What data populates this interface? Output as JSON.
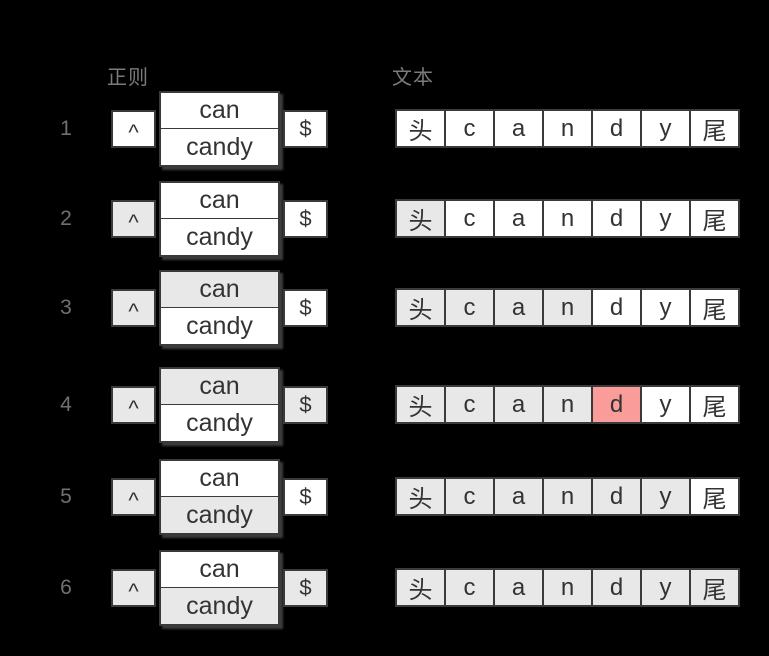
{
  "headers": {
    "regex_label": "正则",
    "text_label": "文本"
  },
  "regex": {
    "anchor_start": "^",
    "alt_top": "can",
    "alt_bottom": "candy",
    "anchor_end": "$"
  },
  "text_chars": [
    "头",
    "c",
    "a",
    "n",
    "d",
    "y",
    "尾"
  ],
  "colors": {
    "background": "#000000",
    "box_fill": "#ffffff",
    "box_border": "#3a3a3a",
    "highlight_fill": "#e8e8e8",
    "mismatch_fill": "#f99c9a",
    "label_text": "#7b7b7b",
    "box_text": "#333333"
  },
  "rows": [
    {
      "num": "1",
      "caret": "off",
      "can": "off",
      "candy": "off",
      "dollar": "off",
      "cells": [
        "off",
        "off",
        "off",
        "off",
        "off",
        "off",
        "off"
      ]
    },
    {
      "num": "2",
      "caret": "on",
      "can": "off",
      "candy": "off",
      "dollar": "off",
      "cells": [
        "on",
        "off",
        "off",
        "off",
        "off",
        "off",
        "off"
      ]
    },
    {
      "num": "3",
      "caret": "on",
      "can": "on",
      "candy": "off",
      "dollar": "off",
      "cells": [
        "on",
        "on",
        "on",
        "on",
        "off",
        "off",
        "off"
      ]
    },
    {
      "num": "4",
      "caret": "on",
      "can": "on",
      "candy": "off",
      "dollar": "on",
      "cells": [
        "on",
        "on",
        "on",
        "on",
        "fail",
        "off",
        "off"
      ]
    },
    {
      "num": "5",
      "caret": "on",
      "can": "off",
      "candy": "on",
      "dollar": "off",
      "cells": [
        "on",
        "on",
        "on",
        "on",
        "on",
        "on",
        "off"
      ]
    },
    {
      "num": "6",
      "caret": "on",
      "can": "off",
      "candy": "on",
      "dollar": "on",
      "cells": [
        "on",
        "on",
        "on",
        "on",
        "on",
        "on",
        "on"
      ]
    }
  ]
}
